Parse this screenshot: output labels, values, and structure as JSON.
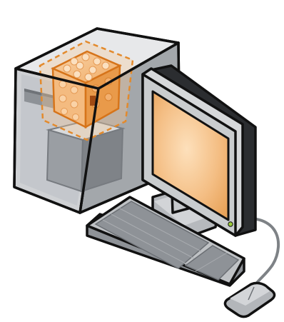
{
  "illustration": {
    "subjects": [
      "tower-case",
      "cpu-processor",
      "drive-block",
      "monitor",
      "keyboard",
      "mouse",
      "cable"
    ],
    "colors": {
      "outline": "#111111",
      "case_front": "#cfd1d4",
      "case_side": "#a3a7ab",
      "case_top": "#e7e8ea",
      "case_interior": "#b9bcc0",
      "cpu_orange": "#e38a2c",
      "cpu_light": "#f6c48d",
      "cpu_face": "#f2b374",
      "drive_front": "#8c9095",
      "drive_top": "#c5c8cb",
      "monitor_bezel": "#d6d8da",
      "monitor_dark": "#2b2d30",
      "screen_center": "#fde0bb",
      "screen_edge": "#e8a35a",
      "keyboard_top": "#bfc2c5",
      "keyboard_keys": "#8e9297",
      "mouse_body": "#b3b6ba",
      "cable": "#7e8286",
      "power_led": "#9ccc3a"
    }
  }
}
